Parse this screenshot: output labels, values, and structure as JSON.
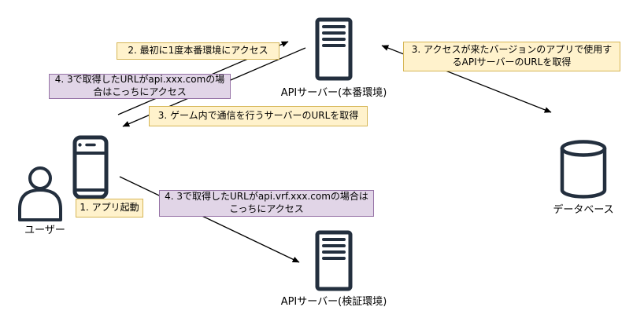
{
  "nodes": {
    "user": {
      "label": "ユーザー",
      "icon": "person-icon"
    },
    "smartphone": {
      "icon": "smartphone-icon"
    },
    "api_server_production": {
      "label": "APIサーバー(本番環境)",
      "icon": "server-icon"
    },
    "api_server_verification": {
      "label": "APIサーバー(検証環境)",
      "icon": "server-icon"
    },
    "database": {
      "label": "データベース",
      "icon": "database-icon"
    }
  },
  "steps": {
    "step1_app_launch": {
      "text": "1. アプリ起動",
      "style": "yellow"
    },
    "step2_first_access": {
      "text": "2. 最初に1度本番環境にアクセス",
      "style": "yellow"
    },
    "step3_get_server_url": {
      "text": "3. ゲーム内で通信を行うサーバーのURLを取得",
      "style": "yellow"
    },
    "step3_db_lookup": {
      "text": "3. アクセスが来たバージョンのアプリで使用するAPIサーバーのURLを取得",
      "style": "yellow"
    },
    "step4_access_production": {
      "text": "4. 3で取得したURLがapi.xxx.comの場合はこっちにアクセス",
      "style": "purple"
    },
    "step4_access_verification": {
      "text": "4. 3で取得したURLがapi.vrf.xxx.comの場合はこっちにアクセス",
      "style": "purple"
    }
  },
  "colors": {
    "yellow_fill": "#FFF2CC",
    "yellow_border": "#D6B656",
    "purple_fill": "#E1D5E7",
    "purple_border": "#9673A6",
    "icon": "#232F3E",
    "arrow": "#000000",
    "background": "#FFFFFF"
  }
}
